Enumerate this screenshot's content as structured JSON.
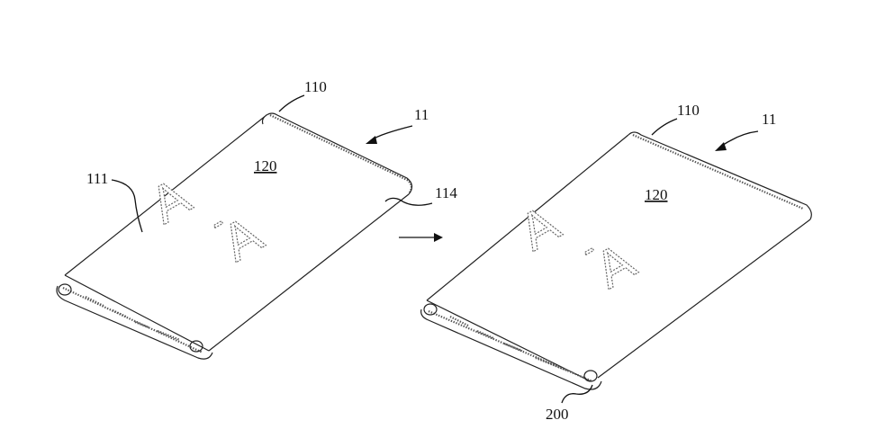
{
  "labels": {
    "left": {
      "cover": "110",
      "device": "11",
      "face": "120",
      "bend": "111",
      "edge": "114",
      "mark_a1": "A",
      "mark_dash": "-",
      "mark_a2": "A"
    },
    "right": {
      "cover": "110",
      "device": "11",
      "face": "120",
      "hinge": "200",
      "mark_a1": "A",
      "mark_dash": "-",
      "mark_a2": "A"
    }
  }
}
